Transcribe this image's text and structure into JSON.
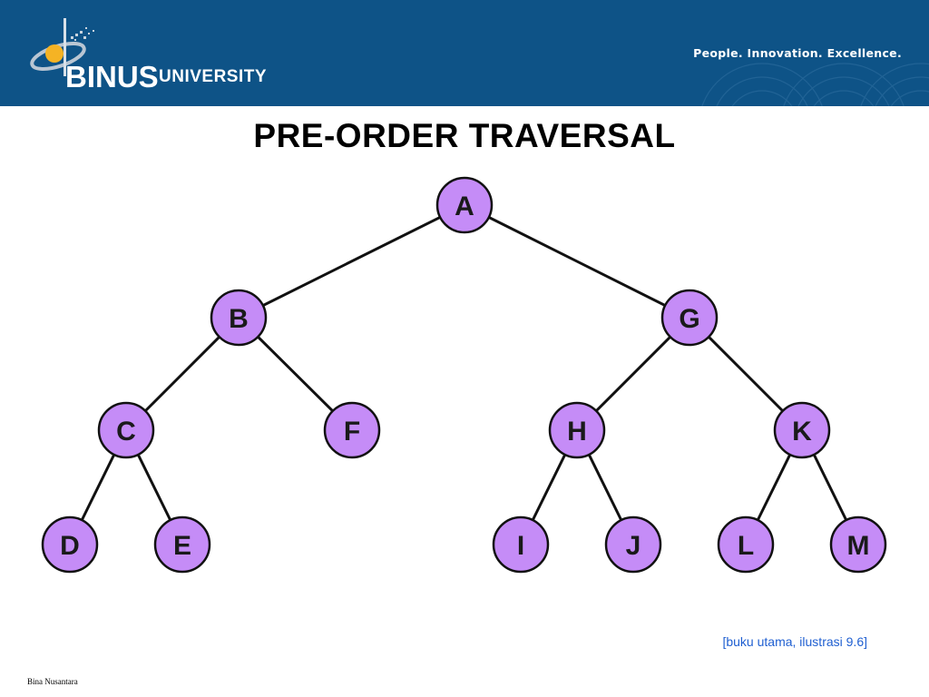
{
  "header": {
    "logo_binus": "BINUS",
    "logo_university": "UNIVERSITY",
    "tagline": "People. Innovation. Excellence.",
    "background_color": "#0e5387"
  },
  "slide": {
    "title": "PRE-ORDER TRAVERSAL",
    "citation": "[buku utama, ilustrasi 9.6]",
    "footer": "Bina Nusantara"
  },
  "tree": {
    "node_fill": "#c58cf7",
    "node_stroke": "#111111",
    "nodes": [
      {
        "id": "A",
        "label": "A"
      },
      {
        "id": "B",
        "label": "B"
      },
      {
        "id": "G",
        "label": "G"
      },
      {
        "id": "C",
        "label": "C"
      },
      {
        "id": "F",
        "label": "F"
      },
      {
        "id": "H",
        "label": "H"
      },
      {
        "id": "K",
        "label": "K"
      },
      {
        "id": "D",
        "label": "D"
      },
      {
        "id": "E",
        "label": "E"
      },
      {
        "id": "I",
        "label": "I"
      },
      {
        "id": "J",
        "label": "J"
      },
      {
        "id": "L",
        "label": "L"
      },
      {
        "id": "M",
        "label": "M"
      }
    ],
    "edges": [
      [
        "A",
        "B"
      ],
      [
        "A",
        "G"
      ],
      [
        "B",
        "C"
      ],
      [
        "B",
        "F"
      ],
      [
        "G",
        "H"
      ],
      [
        "G",
        "K"
      ],
      [
        "C",
        "D"
      ],
      [
        "C",
        "E"
      ],
      [
        "H",
        "I"
      ],
      [
        "H",
        "J"
      ],
      [
        "K",
        "L"
      ],
      [
        "K",
        "M"
      ]
    ]
  }
}
